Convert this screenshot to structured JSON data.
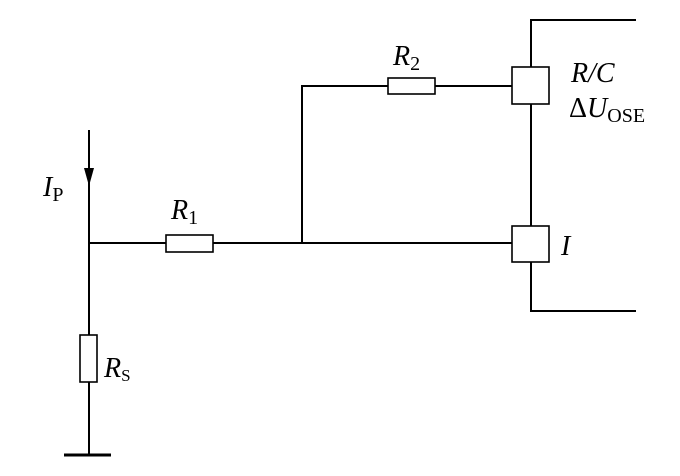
{
  "labels": {
    "current_source": {
      "main": "I",
      "sub": "P"
    },
    "r1": {
      "main": "R",
      "sub": "1"
    },
    "r2": {
      "main": "R",
      "sub": "2"
    },
    "rs": {
      "main": "R",
      "sub": "S"
    },
    "rc_pin": "R/C",
    "delta_u": {
      "delta": "Δ",
      "main": "U",
      "sub": "OSE"
    },
    "i_pin": "I"
  }
}
